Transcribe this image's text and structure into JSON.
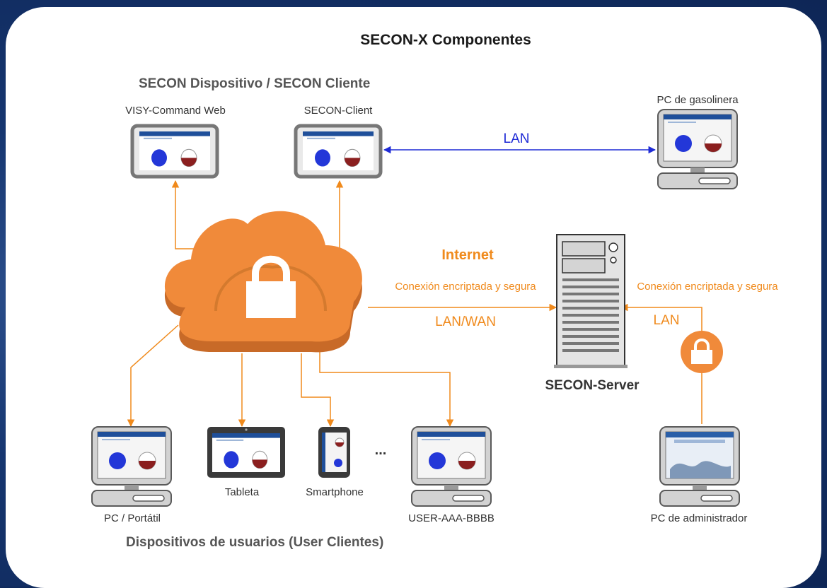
{
  "title": "SECON-X Componentes",
  "sections": {
    "top": "SECON Dispositivo / SECON Cliente",
    "bottom": "Dispositivos de usuarios (User Clientes)"
  },
  "devices": {
    "visy_command_web": "VISY-Command Web",
    "secon_client": "SECON-Client",
    "pc_gasolinera": "PC de gasolinera",
    "secon_server": "SECON-Server",
    "pc_portatil": "PC / Portátil",
    "tableta": "Tableta",
    "smartphone": "Smartphone",
    "user_client": "USER-AAA-BBBB",
    "pc_administrador": "PC de administrador",
    "more": "..."
  },
  "connections": {
    "lan_top": "LAN",
    "internet": "Internet",
    "encrypted_left": "Conexión encriptada y segura",
    "encrypted_right": "Conexión encriptada y segura",
    "lan_wan": "LAN/WAN",
    "lan_right": "LAN"
  },
  "colors": {
    "orange": "#f08a1c",
    "cloud": "#f08a3a",
    "cloud_shadow": "#c86a28",
    "lan_blue": "#1f2bd6",
    "frame_navy": "#0f2a5c"
  },
  "icons": {
    "cloud": "cloud-lock-icon",
    "lock": "padlock-icon",
    "server": "server-tower-icon"
  }
}
